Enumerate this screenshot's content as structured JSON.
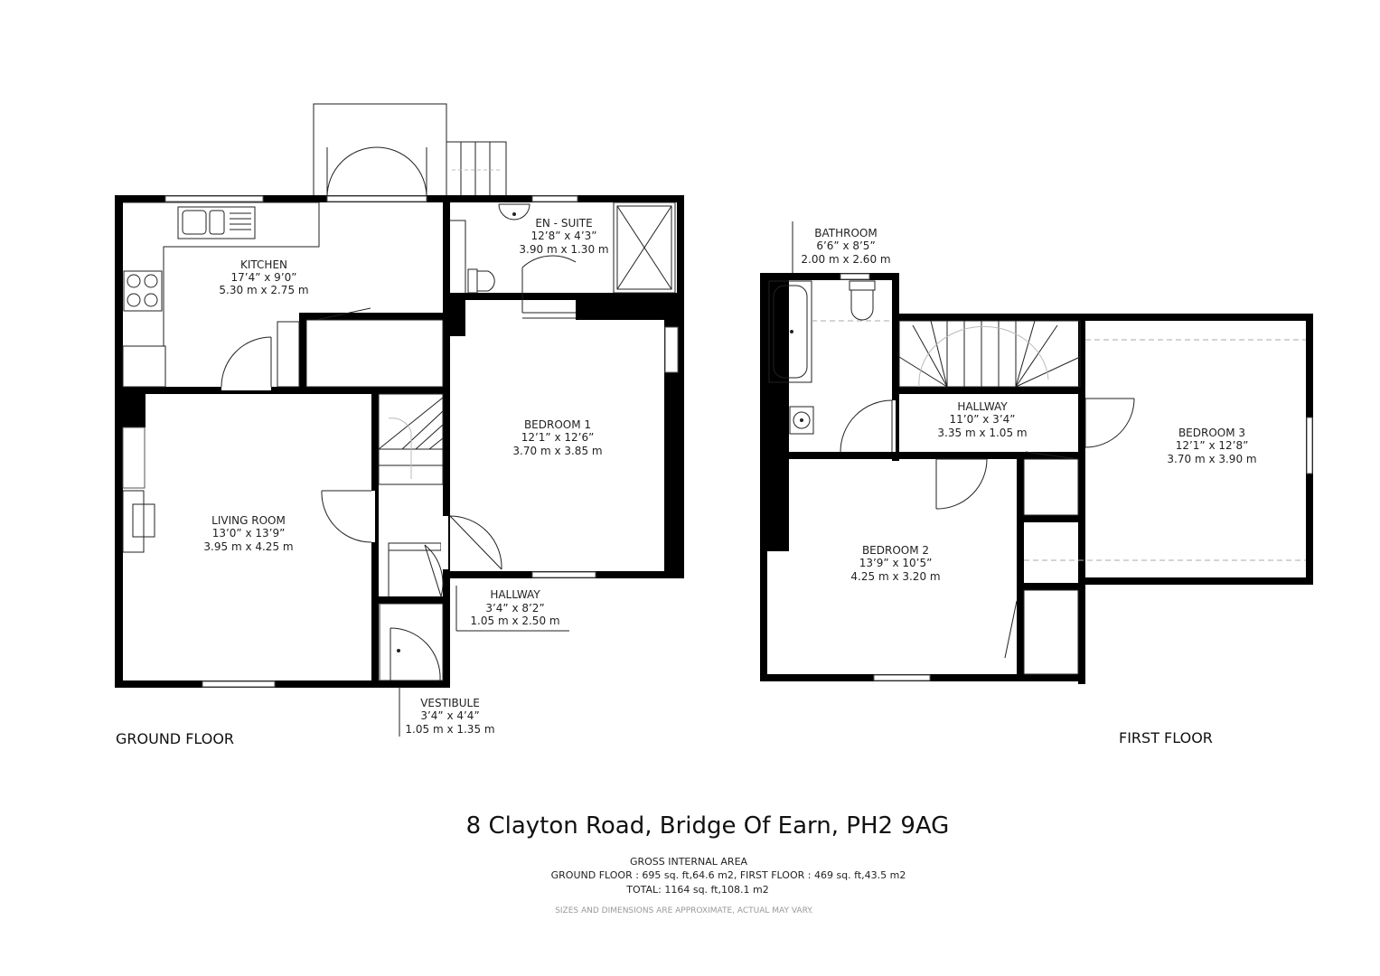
{
  "rooms": {
    "kitchen": {
      "name": "KITCHEN",
      "imperial": "17’4” x 9’0”",
      "metric": "5.30 m x 2.75 m"
    },
    "ensuite": {
      "name": "EN - SUITE",
      "imperial": "12’8” x 4’3”",
      "metric": "3.90 m x 1.30 m"
    },
    "bedroom1": {
      "name": "BEDROOM 1",
      "imperial": "12’1” x 12’6”",
      "metric": "3.70 m x 3.85 m"
    },
    "living": {
      "name": "LIVING ROOM",
      "imperial": "13’0” x 13’9”",
      "metric": "3.95 m x 4.25 m"
    },
    "hallway_ground": {
      "name": "HALLWAY",
      "imperial": "3’4” x 8’2”",
      "metric": "1.05 m x 2.50 m"
    },
    "vestibule": {
      "name": "VESTIBULE",
      "imperial": "3’4” x 4’4”",
      "metric": "1.05 m x 1.35 m"
    },
    "bathroom": {
      "name": "BATHROOM",
      "imperial": "6’6” x 8’5”",
      "metric": "2.00 m x 2.60 m"
    },
    "hallway_first": {
      "name": "HALLWAY",
      "imperial": "11’0” x 3’4”",
      "metric": "3.35 m x 1.05 m"
    },
    "bedroom3": {
      "name": "BEDROOM 3",
      "imperial": "12’1” x 12’8”",
      "metric": "3.70 m x 3.90 m"
    },
    "bedroom2": {
      "name": "BEDROOM 2",
      "imperial": "13’9” x 10’5”",
      "metric": "4.25 m x 3.20 m"
    }
  },
  "floors": {
    "ground": "GROUND FLOOR",
    "first": "FIRST FLOOR"
  },
  "footer": {
    "address": "8 Clayton Road, Bridge Of Earn, PH2 9AG",
    "gia_title": "GROSS INTERNAL AREA",
    "gia_line": "GROUND FLOOR : 695 sq. ft,64.6 m2, FIRST FLOOR : 469 sq. ft,43.5 m2",
    "total": "TOTAL: 1164 sq. ft,108.1 m2",
    "disclaimer": "SIZES AND DIMENSIONS ARE APPROXIMATE, ACTUAL MAY VARY."
  }
}
